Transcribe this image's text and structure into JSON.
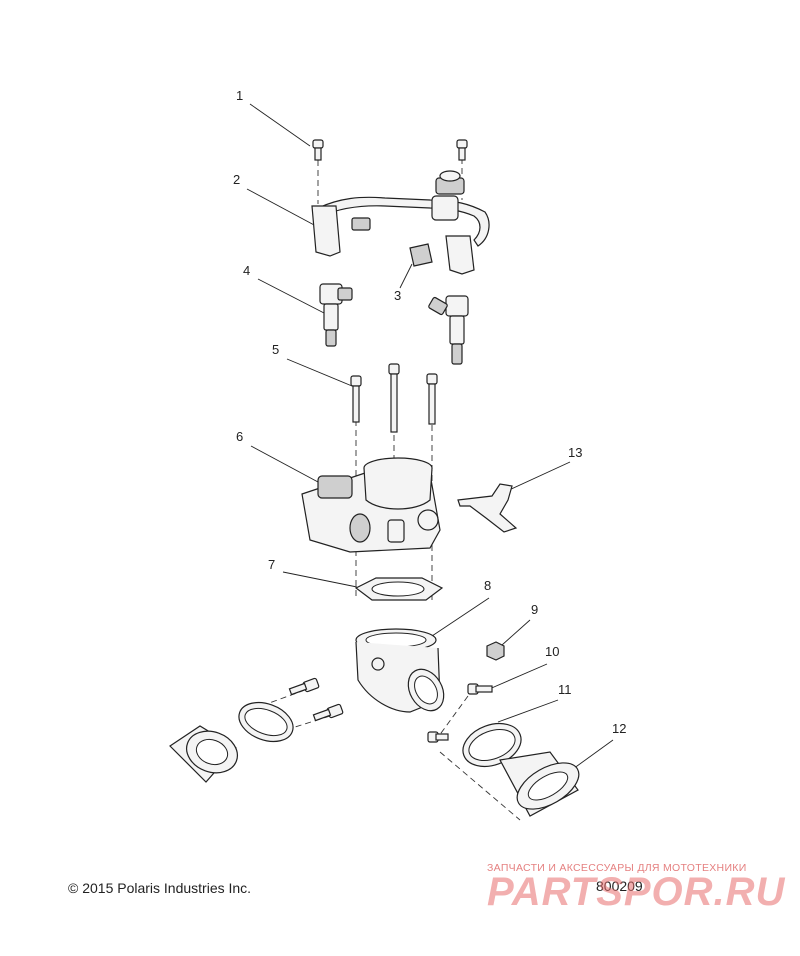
{
  "callouts": [
    "1",
    "2",
    "3",
    "4",
    "5",
    "6",
    "7",
    "8",
    "9",
    "10",
    "11",
    "12",
    "13"
  ],
  "footer": {
    "copyright": "© 2015 Polaris Industries Inc.",
    "figure_number": "800209"
  },
  "watermark": {
    "tagline": "ЗАПЧАСТИ И АКСЕССУАРЫ ДЛЯ МОТОТЕХНИКИ",
    "brand": "PARTSPOR.RU"
  }
}
